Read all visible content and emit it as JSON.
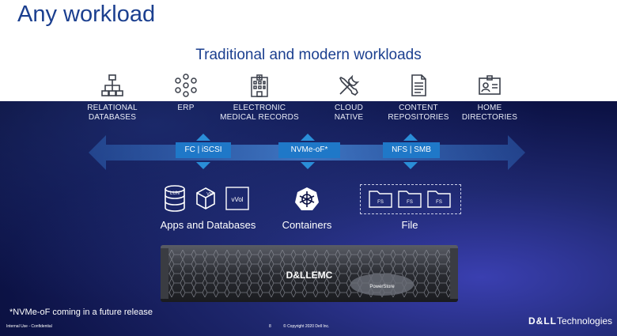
{
  "slide": {
    "title": "Any workload",
    "subtitle": "Traditional and modern workloads"
  },
  "workloads": [
    {
      "icon": "relational-databases-icon",
      "line1": "RELATIONAL",
      "line2": "DATABASES"
    },
    {
      "icon": "erp-icon",
      "line1": "ERP",
      "line2": ""
    },
    {
      "icon": "hospital-icon",
      "line1": "ELECTRONIC",
      "line2": "MEDICAL RECORDS"
    },
    {
      "icon": "tools-icon",
      "line1": "CLOUD",
      "line2": "NATIVE"
    },
    {
      "icon": "document-icon",
      "line1": "CONTENT",
      "line2": "REPOSITORIES"
    },
    {
      "icon": "id-card-icon",
      "line1": "HOME",
      "line2": "DIRECTORIES"
    }
  ],
  "protocols": [
    "FC | iSCSI",
    "NVMe-oF*",
    "NFS | SMB"
  ],
  "categories": [
    {
      "label": "Apps and Databases",
      "icons": [
        "LUN",
        "VM",
        "vVol"
      ]
    },
    {
      "label": "Containers",
      "icons": [
        "kubernetes"
      ]
    },
    {
      "label": "File",
      "icons": [
        "FS",
        "FS",
        "FS"
      ]
    }
  ],
  "appliance": {
    "brand": "D&LLEMC",
    "model": "PowerStore"
  },
  "footnote": "*NVMe-oF coming in a future release",
  "footer": {
    "classification": "Internal Use - Confidential",
    "page": "8",
    "copyright": "© Copyright 2020 Dell Inc.",
    "brand_bold": "D&LL",
    "brand_light": "Technologies"
  },
  "colors": {
    "title": "#1b3f8f",
    "band": "#0c1245",
    "protocol_box": "#1f78c8",
    "arrow": "#3a7fd0"
  }
}
